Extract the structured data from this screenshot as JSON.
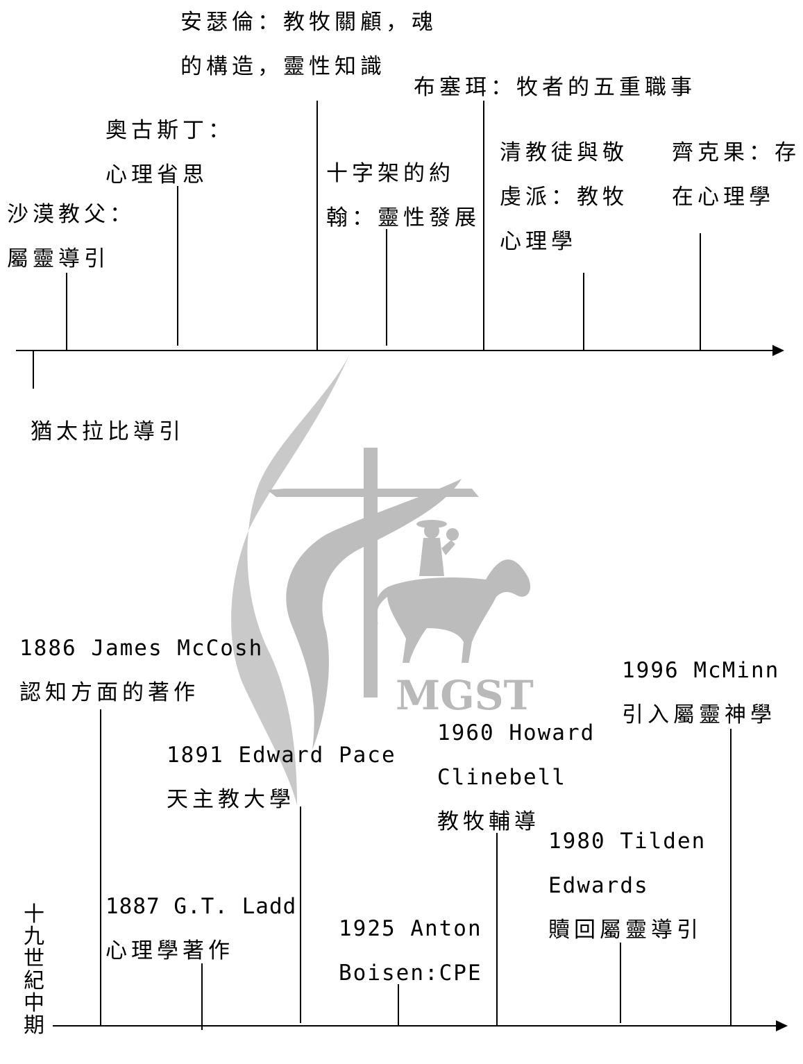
{
  "watermark": {
    "text": "MGST",
    "color": "#b9b9b9"
  },
  "top_timeline": {
    "events_above": [
      {
        "id": "desert-fathers",
        "lines": [
          "沙漠教父：",
          "屬靈導引"
        ]
      },
      {
        "id": "augustine",
        "lines": [
          "奧古斯丁：",
          "心理省思"
        ]
      },
      {
        "id": "anselm",
        "lines": [
          "安瑟倫：教牧關顧，魂",
          "的構造，靈性知識"
        ]
      },
      {
        "id": "john-of-the-cross",
        "lines": [
          "十字架的約",
          "翰：靈性發展"
        ]
      },
      {
        "id": "bucer",
        "lines": [
          "布塞珥：牧者的五重職事"
        ]
      },
      {
        "id": "puritans-pietists",
        "lines": [
          "清教徒與敬",
          "虔派：教牧",
          "心理學"
        ]
      },
      {
        "id": "kierkegaard",
        "lines": [
          "齊克果：存",
          "在心理學"
        ]
      }
    ],
    "events_below": [
      {
        "id": "rabbinic",
        "lines": [
          "猶太拉比導引"
        ]
      }
    ]
  },
  "bottom_timeline": {
    "era_label": [
      "十",
      "九",
      "世",
      "紀",
      "中",
      "期"
    ],
    "events": [
      {
        "id": "mccosh",
        "lines": [
          "1886 James McCosh",
          "認知方面的著作"
        ]
      },
      {
        "id": "ladd",
        "lines": [
          "1887 G.T. Ladd",
          "心理學著作"
        ]
      },
      {
        "id": "pace",
        "lines": [
          "1891 Edward Pace",
          "天主教大學"
        ]
      },
      {
        "id": "boisen",
        "lines": [
          "1925 Anton",
          "Boisen:CPE"
        ]
      },
      {
        "id": "clinebell",
        "lines": [
          "1960 Howard",
          "Clinebell",
          "教牧輔導"
        ]
      },
      {
        "id": "edwards",
        "lines": [
          "1980 Tilden",
          "Edwards",
          "贖回屬靈導引"
        ]
      },
      {
        "id": "mcminn",
        "lines": [
          "1996 McMinn",
          "引入屬靈神學"
        ]
      }
    ]
  }
}
